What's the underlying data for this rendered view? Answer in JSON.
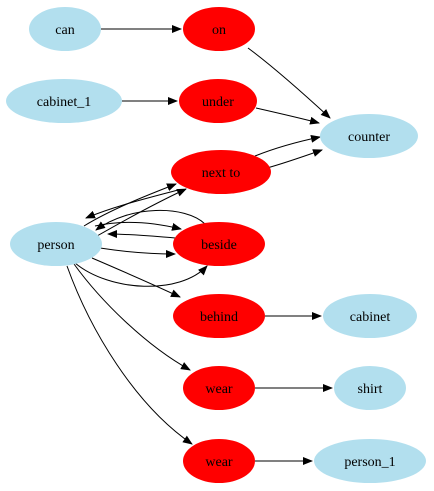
{
  "colors": {
    "object_node": "#b2dfee",
    "relation_node": "#ff0000",
    "edge": "#000000",
    "background": "#ffffff"
  },
  "nodes": [
    {
      "id": "can",
      "label": "can",
      "kind": "object"
    },
    {
      "id": "on",
      "label": "on",
      "kind": "relation"
    },
    {
      "id": "cabinet_1",
      "label": "cabinet_1",
      "kind": "object"
    },
    {
      "id": "under",
      "label": "under",
      "kind": "relation"
    },
    {
      "id": "counter",
      "label": "counter",
      "kind": "object"
    },
    {
      "id": "next_to",
      "label": "next to",
      "kind": "relation"
    },
    {
      "id": "person",
      "label": "person",
      "kind": "object"
    },
    {
      "id": "beside",
      "label": "beside",
      "kind": "relation"
    },
    {
      "id": "behind",
      "label": "behind",
      "kind": "relation"
    },
    {
      "id": "cabinet",
      "label": "cabinet",
      "kind": "object"
    },
    {
      "id": "wear_1",
      "label": "wear",
      "kind": "relation"
    },
    {
      "id": "shirt",
      "label": "shirt",
      "kind": "object"
    },
    {
      "id": "wear_2",
      "label": "wear",
      "kind": "relation"
    },
    {
      "id": "person_1",
      "label": "person_1",
      "kind": "object"
    }
  ],
  "edges": [
    {
      "from": "can",
      "to": "on"
    },
    {
      "from": "on",
      "to": "counter"
    },
    {
      "from": "cabinet_1",
      "to": "under"
    },
    {
      "from": "under",
      "to": "counter"
    },
    {
      "from": "next_to",
      "to": "counter"
    },
    {
      "from": "next_to",
      "to": "counter"
    },
    {
      "from": "person",
      "to": "next_to"
    },
    {
      "from": "next_to",
      "to": "person"
    },
    {
      "from": "person",
      "to": "next_to"
    },
    {
      "from": "person",
      "to": "beside"
    },
    {
      "from": "beside",
      "to": "person"
    },
    {
      "from": "person",
      "to": "beside"
    },
    {
      "from": "beside",
      "to": "person"
    },
    {
      "from": "person",
      "to": "beside"
    },
    {
      "from": "person",
      "to": "behind"
    },
    {
      "from": "behind",
      "to": "cabinet"
    },
    {
      "from": "person",
      "to": "wear_1"
    },
    {
      "from": "wear_1",
      "to": "shirt"
    },
    {
      "from": "person",
      "to": "wear_2"
    },
    {
      "from": "wear_2",
      "to": "person_1"
    }
  ]
}
